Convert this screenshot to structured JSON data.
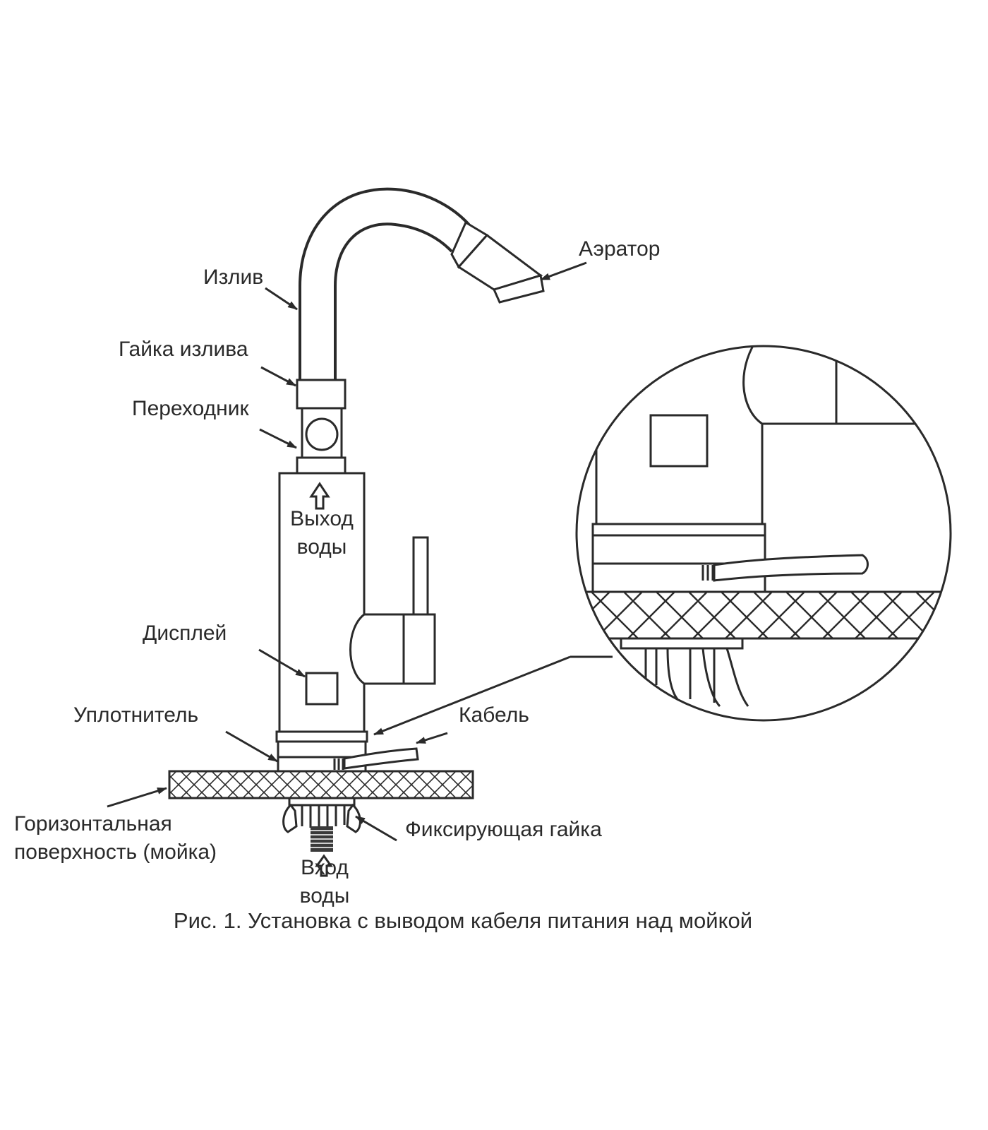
{
  "labels": {
    "aerator": "Аэратор",
    "spout": "Излив",
    "spout_nut": "Гайка излива",
    "adapter": "Переходник",
    "water_outlet_line1": "Выход",
    "water_outlet_line2": "воды",
    "display": "Дисплей",
    "seal": "Уплотнитель",
    "cable": "Кабель",
    "surface_line1": "Горизонтальная",
    "surface_line2": "поверхность (мойка)",
    "fixing_nut": "Фиксирующая гайка",
    "water_inlet_line1": "Вход",
    "water_inlet_line2": "воды"
  },
  "caption": "Рис. 1. Установка с выводом кабеля питания над мойкой",
  "colors": {
    "line": "#2a2a2a",
    "background": "#ffffff"
  }
}
